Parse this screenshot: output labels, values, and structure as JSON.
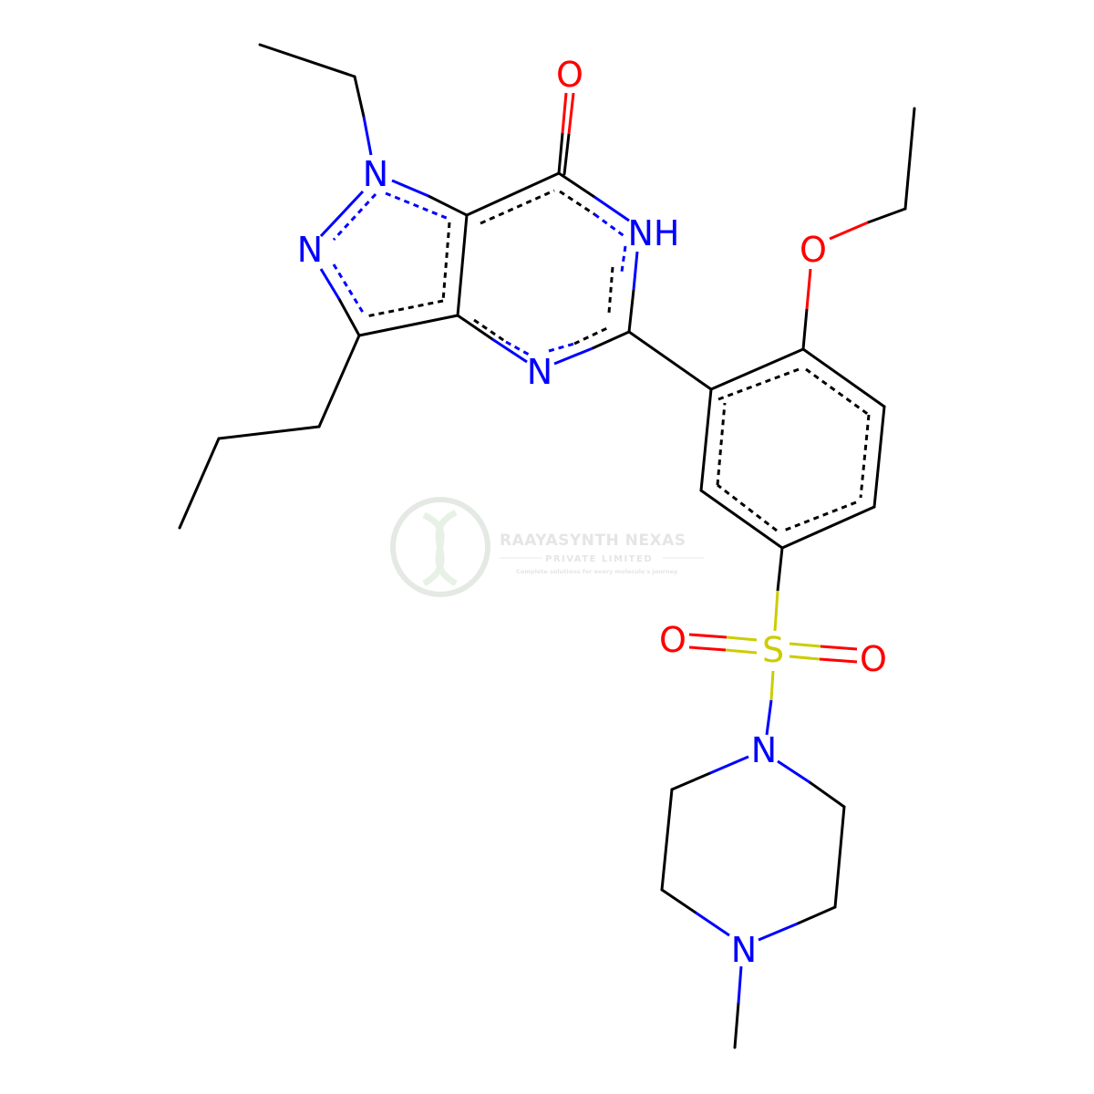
{
  "colors": {
    "carbon": "#000000",
    "nitrogen": "#0000ff",
    "oxygen": "#ff0000",
    "sulfur": "#cccc00",
    "watermark": "#cfd8cf"
  },
  "atoms": {
    "n1": "N",
    "n2": "N",
    "nh": "NH",
    "n_pyr": "N",
    "o_carbonyl": "O",
    "o_ether": "O",
    "s": "S",
    "o_s1": "O",
    "o_s2": "O",
    "n_pip1": "N",
    "n_pip2": "N"
  },
  "watermark": {
    "title": "RAAYASYNTH NEXAS",
    "subtitle": "PRIVATE LIMITED",
    "tagline": "Complete solutions for every molecule's journey"
  }
}
